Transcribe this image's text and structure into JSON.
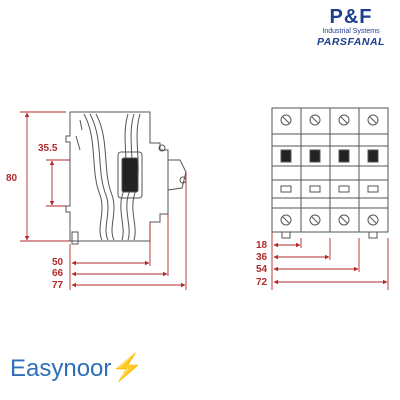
{
  "logo": {
    "mark": "P&F",
    "subtitle": "Industrial Systems",
    "brand": "PARSFANAL"
  },
  "side_view": {
    "height_total": "80",
    "height_inner": "35.5",
    "depths": [
      "50",
      "66",
      "77"
    ]
  },
  "front_view": {
    "widths": [
      "18",
      "36",
      "54",
      "72"
    ]
  },
  "watermark": {
    "text": "Easynoor",
    "icon": "lightning-bolt-icon"
  },
  "colors": {
    "dimension": "#b22a2a",
    "logo": "#1e3d8f",
    "brand_text": "#2f6fb8",
    "bolt": "#f2a51a"
  }
}
